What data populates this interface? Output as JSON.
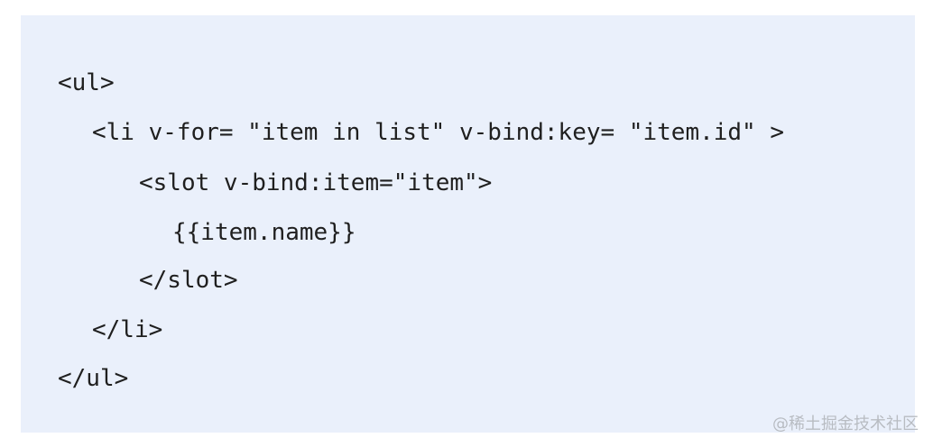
{
  "code": {
    "lines": [
      "<ul>",
      "<li v-for= \"item in list\" v-bind:key= \"item.id\" >",
      "<slot v-bind:item=\"item\">",
      "{{item.name}}",
      "</slot>",
      "</li>",
      "</ul>"
    ]
  },
  "watermark": {
    "text": "@稀土掘金技术社区"
  }
}
